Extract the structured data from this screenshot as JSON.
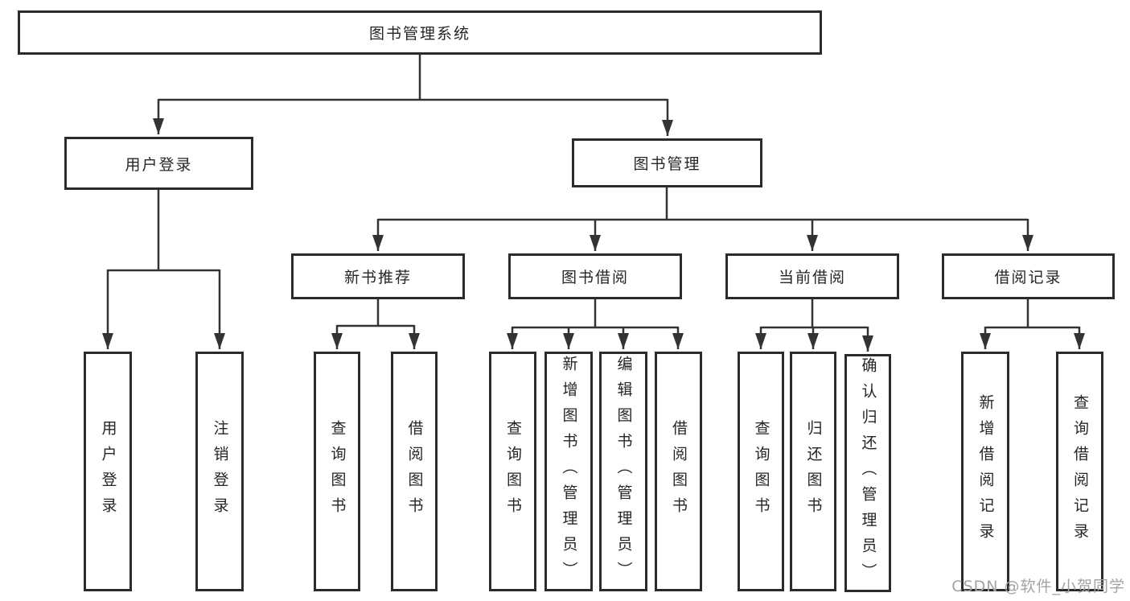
{
  "tree": {
    "label": "图书管理系统",
    "children": [
      {
        "label": "用户登录",
        "children": [
          {
            "label": "用户登录"
          },
          {
            "label": "注销登录"
          }
        ]
      },
      {
        "label": "图书管理",
        "children": [
          {
            "label": "新书推荐",
            "children": [
              {
                "label": "查询图书"
              },
              {
                "label": "借阅图书"
              }
            ]
          },
          {
            "label": "图书借阅",
            "children": [
              {
                "label": "查询图书"
              },
              {
                "label": "新增图书（管理员）"
              },
              {
                "label": "编辑图书（管理员）"
              },
              {
                "label": "借阅图书"
              }
            ]
          },
          {
            "label": "当前借阅",
            "children": [
              {
                "label": "查询图书"
              },
              {
                "label": "归还图书"
              },
              {
                "label": "确认归还（管理员）"
              }
            ]
          },
          {
            "label": "借阅记录",
            "children": [
              {
                "label": "新增借阅记录"
              },
              {
                "label": "查询借阅记录"
              }
            ]
          }
        ]
      }
    ]
  },
  "watermark": "CSDN @软件_小贺同学",
  "colors": {
    "line": "#333333",
    "box_border": "#2b2b2b",
    "text": "#262626",
    "watermark": "#a3a3a3",
    "background": "#ffffff"
  }
}
